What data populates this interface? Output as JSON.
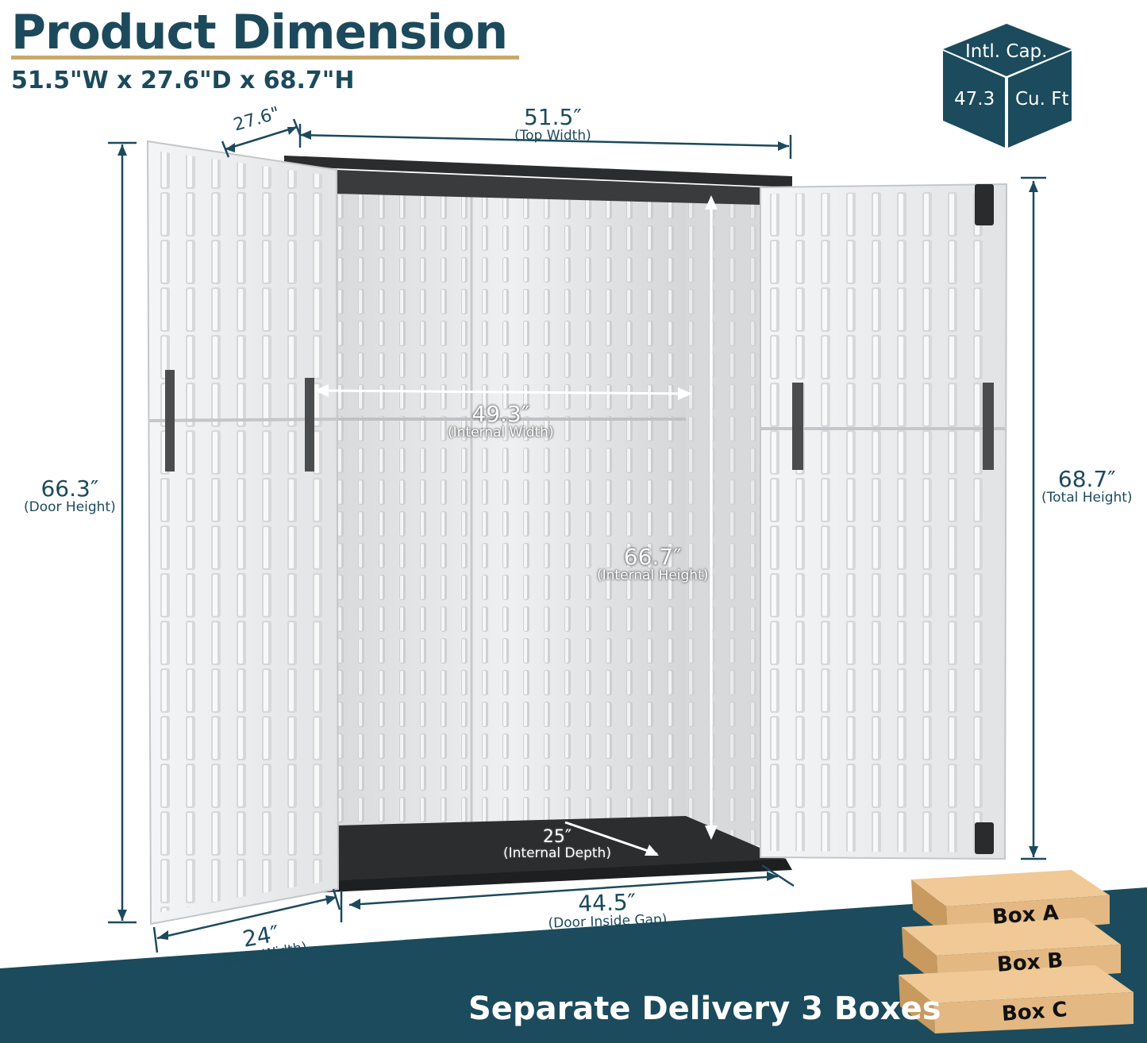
{
  "header": {
    "title": "Product Dimension",
    "subtitle": "51.5\"W x 27.6\"D x 68.7\"H"
  },
  "capacity": {
    "top_label": "Intl. Cap.",
    "value": "47.3",
    "unit": "Cu. Ft"
  },
  "dimensions": {
    "depth": {
      "value": "27.6\""
    },
    "top_width": {
      "value": "51.5″",
      "caption": "(Top Width)"
    },
    "door_height": {
      "value": "66.3″",
      "caption": "(Door Height)"
    },
    "total_height": {
      "value": "68.7″",
      "caption": "(Total Height)"
    },
    "internal_width": {
      "value": "49.3″",
      "caption": "(Internal Width)"
    },
    "internal_height": {
      "value": "66.7″",
      "caption": "(Internal Height)"
    },
    "internal_depth": {
      "value": "25″",
      "caption": "(Internal Depth)"
    },
    "door_gap": {
      "value": "44.5″",
      "caption": "(Door Inside Gap)"
    },
    "door_width": {
      "value": "24″",
      "caption": "(Door Width)"
    }
  },
  "boxes": [
    "Box A",
    "Box B",
    "Box C"
  ],
  "footer": {
    "text": "Separate Delivery 3 Boxes"
  },
  "colors": {
    "brand": "#1c4a5c",
    "accent": "#c9a96a",
    "box": "#e3b883"
  }
}
